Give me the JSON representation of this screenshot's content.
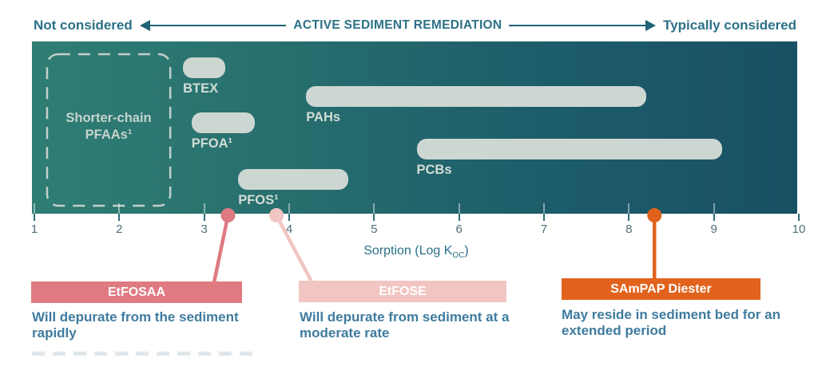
{
  "header": {
    "left_label": "Not considered",
    "center_label": "ACTIVE SEDIMENT REMEDIATION",
    "right_label": "Typically considered"
  },
  "colors": {
    "band_gradient_left": "#2f7e74",
    "band_gradient_right": "#185064",
    "bar_fill": "#cdd7d1",
    "zone_outline": "#c2cfca",
    "teal_text": "#2b7187",
    "arrow_line": "#1e6474",
    "axis_tick": "#2d6e74",
    "axis_number": "#4d6e76",
    "body_text": "#3f7b9e",
    "etfosaa": "#df7a81",
    "etfose": "#f1c5c2",
    "sampap_diester": "#e0621d",
    "callout_label_text": "#ffffff"
  },
  "chart_data": {
    "type": "bar",
    "subtype": "horizontal-range-bars-on-log-koc-scale",
    "title": "",
    "xlabel_main": "Sorption (Log K",
    "xlabel_sub": "OC",
    "xlabel_close": ")",
    "axis": {
      "min": 1,
      "max": 10,
      "tick_labels": [
        "1",
        "2",
        "3",
        "4",
        "5",
        "6",
        "7",
        "8",
        "9",
        "10"
      ],
      "grid": false
    },
    "zones": [
      {
        "label": "Shorter-chain\nPFAAs¹",
        "range": [
          1.15,
          2.6
        ],
        "style": "dashed-outline"
      }
    ],
    "bars": [
      {
        "label": "BTEX",
        "range": [
          2.75,
          3.25
        ]
      },
      {
        "label": "PAHs",
        "range": [
          4.2,
          8.2
        ]
      },
      {
        "label": "PFOA¹",
        "range": [
          2.85,
          3.6
        ]
      },
      {
        "label": "PCBs",
        "range": [
          5.5,
          9.1
        ]
      },
      {
        "label": "PFOS¹",
        "range": [
          3.4,
          4.7
        ]
      }
    ],
    "markers": [
      {
        "label": "EtFOSAA",
        "value": 3.28,
        "color": "#df7a81",
        "description": "Will depurate from the sediment\nrapidly"
      },
      {
        "label": "EtFOSE",
        "value": 3.85,
        "color": "#f1c5c2",
        "description": "Will depurate from sediment at a\nmoderate rate"
      },
      {
        "label": "SAmPAP Diester",
        "value": 8.3,
        "color": "#e0621d",
        "description": "May reside in sediment bed for an\nextended period"
      }
    ]
  }
}
